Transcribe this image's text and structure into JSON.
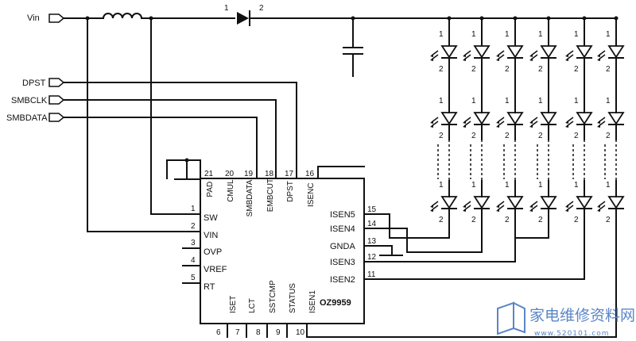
{
  "inputs": {
    "vin": "Vin",
    "dpst": "DPST",
    "smbclk": "SMBCLK",
    "smbdata": "SMBDATA"
  },
  "diode": {
    "pin1": "1",
    "pin2": "2"
  },
  "chip": {
    "name": "OZ9959",
    "pins_top": [
      {
        "num": "21",
        "label": "PAD"
      },
      {
        "num": "20",
        "label": "CMUL"
      },
      {
        "num": "19",
        "label": "SMBDATA"
      },
      {
        "num": "18",
        "label": "EMBCUT"
      },
      {
        "num": "17",
        "label": "DPST"
      },
      {
        "num": "16",
        "label": "ISENC"
      }
    ],
    "pins_left": [
      {
        "num": "1",
        "label": "SW"
      },
      {
        "num": "2",
        "label": "VIN"
      },
      {
        "num": "3",
        "label": "OVP"
      },
      {
        "num": "4",
        "label": "VREF"
      },
      {
        "num": "5",
        "label": "RT"
      }
    ],
    "pins_right": [
      {
        "num": "15",
        "label": "ISEN5"
      },
      {
        "num": "14",
        "label": "ISEN4"
      },
      {
        "num": "13",
        "label": "GNDA"
      },
      {
        "num": "12",
        "label": "ISEN3"
      },
      {
        "num": "11",
        "label": "ISEN2"
      }
    ],
    "pins_bottom": [
      {
        "num": "6",
        "label": "ISET"
      },
      {
        "num": "7",
        "label": "LCT"
      },
      {
        "num": "8",
        "label": "SSTCMP"
      },
      {
        "num": "9",
        "label": "STATUS"
      },
      {
        "num": "10",
        "label": "ISEN1"
      }
    ]
  },
  "led": {
    "pin_top": "1",
    "pin_bottom": "2"
  },
  "watermark": {
    "text": "家电维修资料网",
    "url": "www.520101.com"
  },
  "colors": {
    "ink": "#111111",
    "watermark": "#5a86c6"
  }
}
